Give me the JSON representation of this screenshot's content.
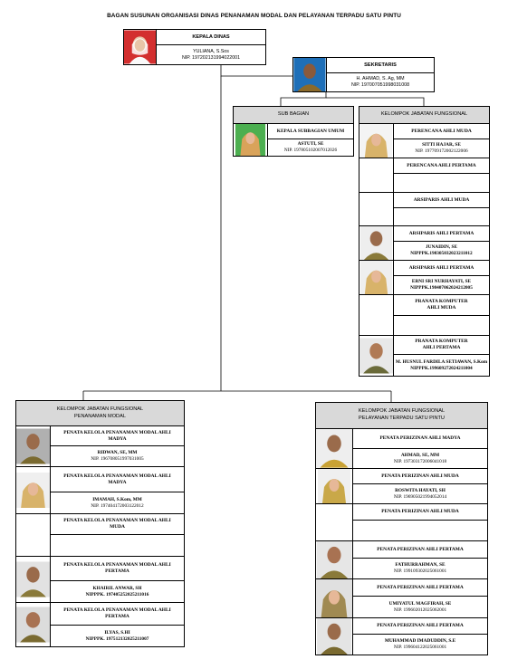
{
  "title": "BAGAN SUSUNAN ORGANISASI DINAS PENANAMAN MODAL DAN PELAYANAN TERPADU SATU PINTU",
  "kepala": {
    "role": "KEPALA DINAS",
    "name": "YULIANA, S.Sos",
    "nip": "NIP. 197202131994022001"
  },
  "sekretaris": {
    "role": "SEKRETARIS",
    "name": "H. AHMAD, S. Ag, MM",
    "nip": "NIP. 197007051998031008"
  },
  "sub_bagian": {
    "header": "SUB BAGIAN",
    "role": "KEPALA SUBBAGIAN UMUM",
    "name": "ASTUTI, SE",
    "nip": "NIP. 197805102007012026"
  },
  "kjf_sekretariat": {
    "header": "KELOMPOK JABATAN FUNGSIONAL",
    "items": [
      {
        "role": "PERENCANA AHLI MUDA",
        "name": "SITTI HAJAR, SE",
        "nip": "NIP. 197709172002122006"
      },
      {
        "role": "PERENCANA AHLI PERTAMA",
        "name": "",
        "nip": ""
      },
      {
        "role": "ARSIPARIS AHLI MUDA",
        "name": "",
        "nip": ""
      },
      {
        "role": "ARSIPARIS AHLI PERTAMA",
        "name": "JUNAIDIN, SE",
        "nip": "NIPPPK.198305032023211012"
      },
      {
        "role": "ARSIPARIS AHLI PERTAMA",
        "name": "ERNI SRI NURHAYATI, SE",
        "nip": "NIPPPK.198407062024212005"
      },
      {
        "role": "PRANATA KOMPUTER AHLI MUDA",
        "name": "",
        "nip": ""
      },
      {
        "role": "PRANATA KOMPUTER AHLI PERTAMA",
        "name": "M. HUSNUL FARDILA SETIAWAN, S.Kom",
        "nip": "NIPPPK.199609272024211004"
      }
    ]
  },
  "kjf_penanaman": {
    "header": "KELOMPOK JABATAN FUNGSIONAL PENANAMAN MODAL",
    "items": [
      {
        "role": "PENATA KELOLA PENANAMAN MODAL AHLI MADYA",
        "name": "RIDWAN, SE, MM",
        "nip": "NIP. 196708051997031005"
      },
      {
        "role": "PENATA KELOLA PENANAMAN MODAL AHLI MADYA",
        "name": "IMAMAH, S.Kom, MM",
        "nip": "NIP. 197404172003122012"
      },
      {
        "role": "PENATA KELOLA PENANAMAN MODAL AHLI MUDA",
        "name": "",
        "nip": ""
      },
      {
        "role": "PENATA KELOLA PENANAMAN MODAL AHLI PERTAMA",
        "name": "KHAIRIL ANWAR, SH",
        "nip": "NIPPPK. 197405252025211016"
      },
      {
        "role": "PENATA KELOLA PENANAMAN MODAL AHLI PERTAMA",
        "name": "ILYAS, S.HI",
        "nip": "NIPPPK. 197512132025211007"
      }
    ]
  },
  "kjf_pelayanan": {
    "header": "KELOMPOK JABATAN FUNGSIONAL PELAYANAN TERPADU SATU PINTU",
    "items": [
      {
        "role": "PENATA PERIZINAN AHLI MADYA",
        "name": "AHMAD, SE, MM",
        "nip": "NIP. 197303172006041018"
      },
      {
        "role": "PENATA PERIZINAN AHLI MUDA",
        "name": "ROSWITA HAYATI, SH",
        "nip": "NIP. 196905021994052014"
      },
      {
        "role": "PENATA PERIZINAN AHLI MUDA",
        "name": "",
        "nip": ""
      },
      {
        "role": "PENATA PERIZINAN AHLI PERTAMA",
        "name": "FATHURRAHMAN, SE",
        "nip": "NIP. 199109302025061001"
      },
      {
        "role": "PENATA PERIZINAN AHLI PERTAMA",
        "name": "UMIYATUL MAGFIRAH, SE",
        "nip": "NIP. 199602012025062001"
      },
      {
        "role": "PENATA PERIZINAN AHLI PERTAMA",
        "name": "MUHAMMAD IMADUDDIN, S.E",
        "nip": "NIP. 199604122025061001"
      }
    ]
  }
}
